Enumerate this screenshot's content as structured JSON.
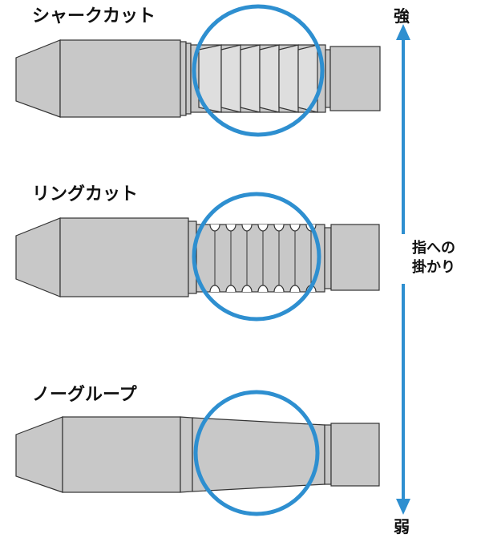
{
  "items": [
    {
      "label": "シャークカット"
    },
    {
      "label": "リングカット"
    },
    {
      "label": "ノーグループ"
    }
  ],
  "scale": {
    "top": "強",
    "bottom": "弱",
    "axis_line1": "指への",
    "axis_line2": "掛かり"
  },
  "colors": {
    "barrel_fill": "#c8c8c8",
    "barrel_stroke": "#333333",
    "highlight": "#2e8fd0"
  }
}
